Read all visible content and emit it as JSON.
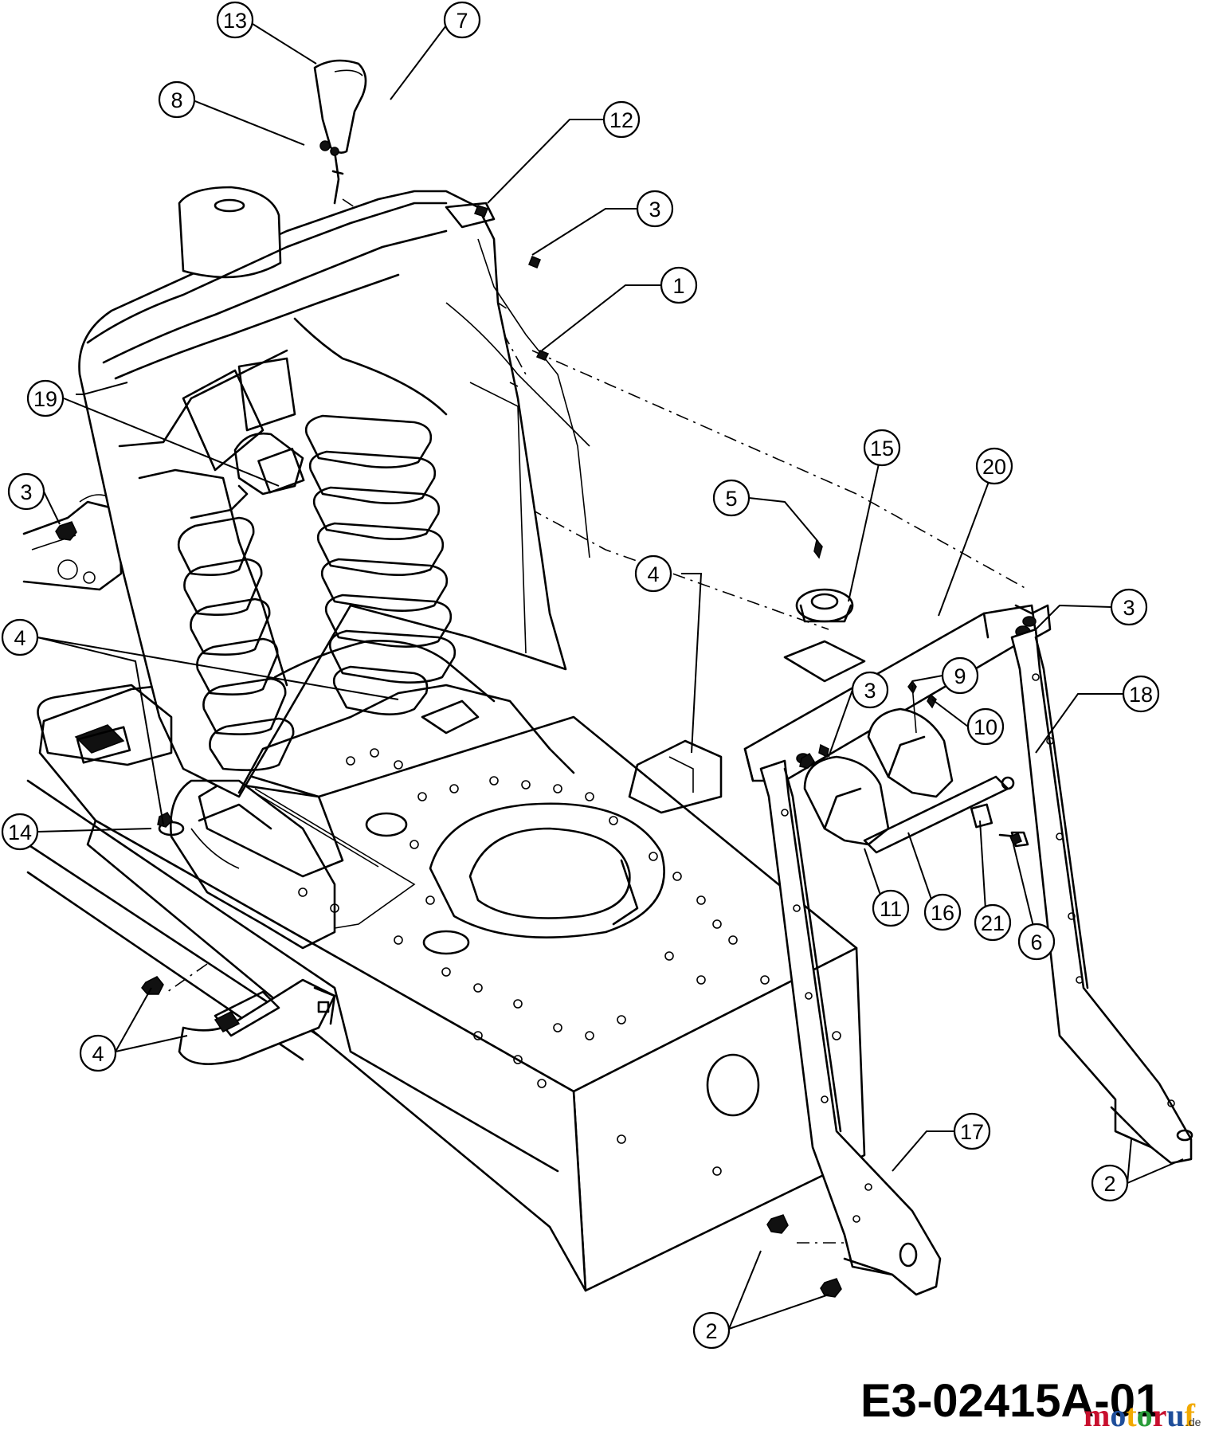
{
  "figure": {
    "drawing_code": "E3-02415A-01",
    "watermark": {
      "brand": "motoruf",
      "suffix": ".de",
      "colors": [
        "#c8102e",
        "#1f4e9a",
        "#f2a900",
        "#2a9d3a"
      ]
    },
    "callouts": [
      {
        "label": "13"
      },
      {
        "label": "7"
      },
      {
        "label": "8"
      },
      {
        "label": "12"
      },
      {
        "label": "3"
      },
      {
        "label": "1"
      },
      {
        "label": "19"
      },
      {
        "label": "3"
      },
      {
        "label": "15"
      },
      {
        "label": "20"
      },
      {
        "label": "5"
      },
      {
        "label": "4"
      },
      {
        "label": "3"
      },
      {
        "label": "4"
      },
      {
        "label": "9"
      },
      {
        "label": "3"
      },
      {
        "label": "10"
      },
      {
        "label": "18"
      },
      {
        "label": "14"
      },
      {
        "label": "11"
      },
      {
        "label": "16"
      },
      {
        "label": "21"
      },
      {
        "label": "6"
      },
      {
        "label": "4"
      },
      {
        "label": "17"
      },
      {
        "label": "2"
      },
      {
        "label": "2"
      }
    ]
  }
}
